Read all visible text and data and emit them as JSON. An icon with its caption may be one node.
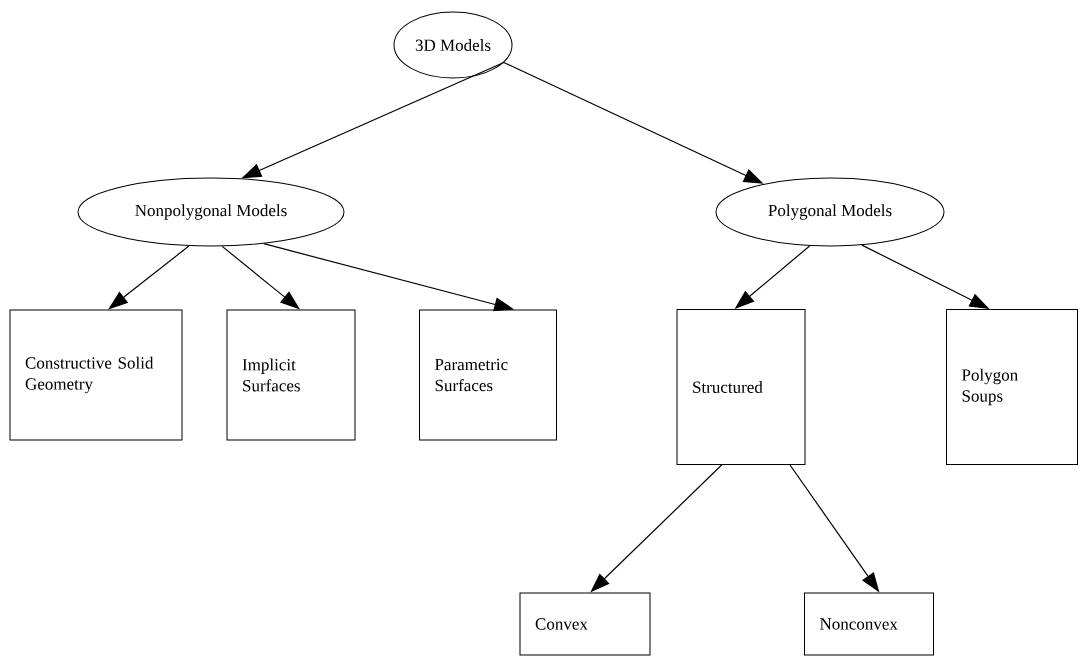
{
  "diagram": {
    "nodes": [
      {
        "text": [
          "3D Models"
        ]
      },
      {
        "text": [
          "Nonpolygonal Models"
        ]
      },
      {
        "text": [
          "Polygonal Models"
        ]
      },
      {
        "text": [
          "Constructive Solid Geometry"
        ]
      },
      {
        "text": [
          "Implicit Surfaces"
        ]
      },
      {
        "text": [
          "Parametric Surfaces"
        ]
      },
      {
        "text": [
          "Structured"
        ]
      },
      {
        "text": [
          "Polygon Soups"
        ]
      },
      {
        "text": [
          "Convex"
        ]
      },
      {
        "text": [
          "Nonconvex"
        ]
      }
    ],
    "edges": [
      {
        "from": 0,
        "to": 1,
        "arrow": "to"
      },
      {
        "from": 0,
        "to": 2,
        "arrow": "to"
      },
      {
        "from": 1,
        "to": 3,
        "arrow": "to"
      },
      {
        "from": 1,
        "to": 4,
        "arrow": "to"
      },
      {
        "from": 1,
        "to": 5,
        "arrow": "to"
      },
      {
        "from": 2,
        "to": 6,
        "arrow": "to"
      },
      {
        "from": 2,
        "to": 7,
        "arrow": "to"
      },
      {
        "from": 6,
        "to": 8,
        "arrow": "to"
      },
      {
        "from": 6,
        "to": 9,
        "arrow": "to"
      }
    ]
  }
}
